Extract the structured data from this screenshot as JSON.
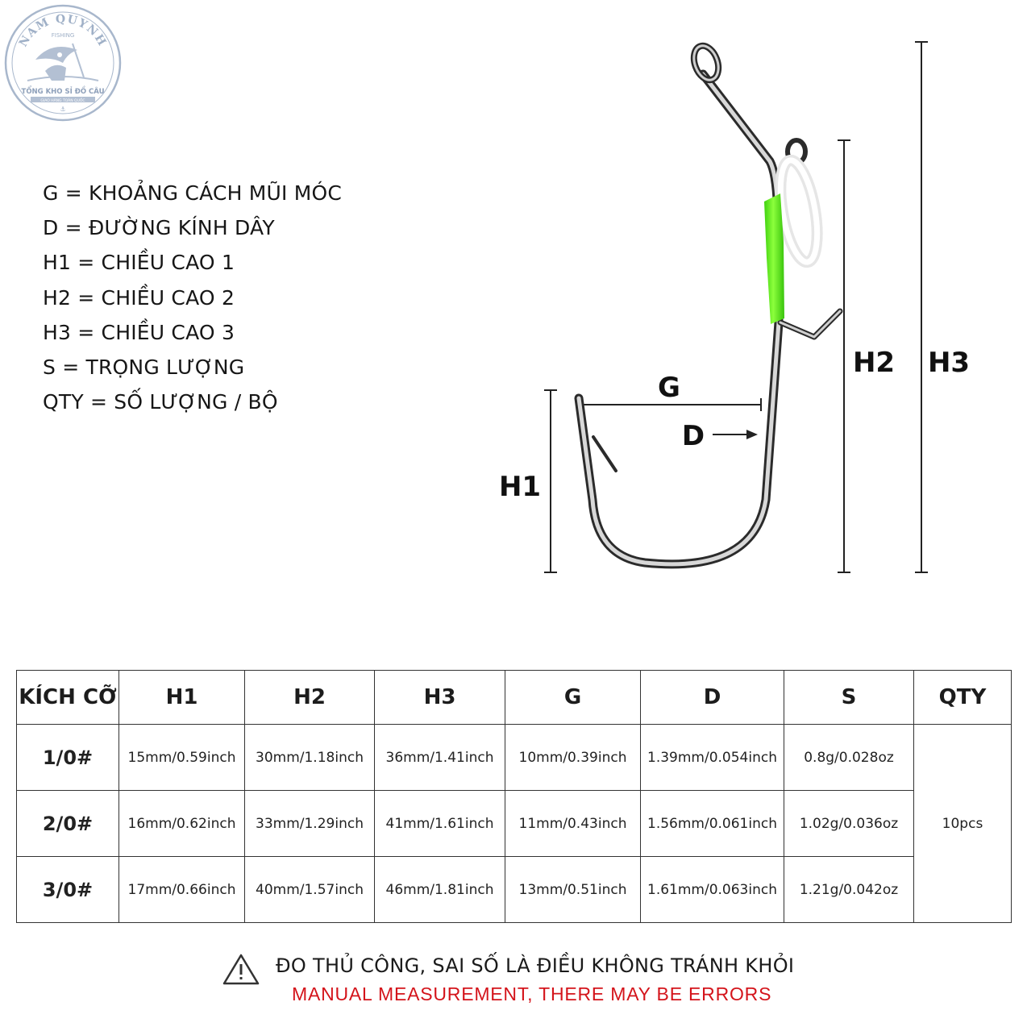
{
  "logo": {
    "brand": "NAM QUYNH",
    "sub_brand": "FISHING",
    "tagline": "TỔNG KHO SỈ ĐỒ CÂU",
    "tagline_small": "GIAO HÀNG TOÀN QUỐC",
    "icon": "fisherman-emblem-icon",
    "color": "#9fb0c7"
  },
  "legend": [
    "G = KHOẢNG CÁCH MŨI MÓC",
    "D = ĐƯỜNG KÍNH DÂY",
    "H1 = CHIỀU CAO 1",
    "H2 = CHIỀU CAO 2",
    "H3 = CHIỀU CAO 3",
    "S = TRỌNG LƯỢNG",
    "QTY = SỐ LƯỢNG / BỘ"
  ],
  "diagram": {
    "labels": {
      "g": "G",
      "d": "D",
      "h1": "H1",
      "h2": "H2",
      "h3": "H3"
    },
    "hook_icon": "fishing-hook-icon",
    "colors": {
      "metal": "#3a3a3a",
      "tube": "#5fee1c",
      "ring": "#f2f2f2"
    }
  },
  "table": {
    "headers": [
      "KÍCH CỠ",
      "H1",
      "H2",
      "H3",
      "G",
      "D",
      "S",
      "QTY"
    ],
    "rows": [
      {
        "size": "1/0#",
        "h1": "15mm/0.59inch",
        "h2": "30mm/1.18inch",
        "h3": "36mm/1.41inch",
        "g": "10mm/0.39inch",
        "d": "1.39mm/0.054inch",
        "s": "0.8g/0.028oz"
      },
      {
        "size": "2/0#",
        "h1": "16mm/0.62inch",
        "h2": "33mm/1.29inch",
        "h3": "41mm/1.61inch",
        "g": "11mm/0.43inch",
        "d": "1.56mm/0.061inch",
        "s": "1.02g/0.036oz"
      },
      {
        "size": "3/0#",
        "h1": "17mm/0.66inch",
        "h2": "40mm/1.57inch",
        "h3": "46mm/1.81inch",
        "g": "13mm/0.51inch",
        "d": "1.61mm/0.063inch",
        "s": "1.21g/0.042oz"
      }
    ],
    "qty": "10pcs"
  },
  "warning": {
    "icon": "warning-triangle-icon",
    "vi": "ĐO THỦ CÔNG, SAI SỐ LÀ ĐIỀU KHÔNG TRÁNH KHỎI",
    "en": "MANUAL MEASUREMENT, THERE MAY BE ERRORS",
    "en_color": "#d4141b"
  }
}
